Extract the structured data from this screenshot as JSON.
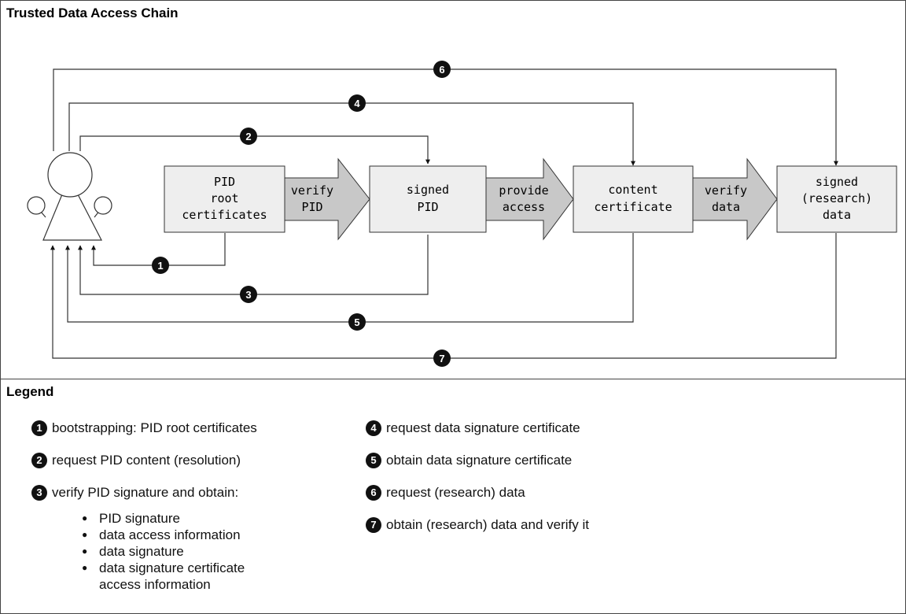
{
  "title": "Trusted Data Access Chain",
  "boxes": [
    {
      "lines": [
        "PID",
        "root",
        "certificates"
      ]
    },
    {
      "lines": [
        "signed",
        "PID"
      ]
    },
    {
      "lines": [
        "content",
        "certificate"
      ]
    },
    {
      "lines": [
        "signed",
        "(research)",
        "data"
      ]
    }
  ],
  "arrows": [
    {
      "lines": [
        "verify",
        "PID"
      ]
    },
    {
      "lines": [
        "provide",
        "access"
      ]
    },
    {
      "lines": [
        "verify",
        "data"
      ]
    }
  ],
  "steps": [
    "1",
    "2",
    "3",
    "4",
    "5",
    "6",
    "7"
  ],
  "legend": {
    "title": "Legend",
    "items": [
      {
        "num": "1",
        "text": "bootstrapping: PID root certificates"
      },
      {
        "num": "2",
        "text": "request PID content (resolution)"
      },
      {
        "num": "3",
        "text": "verify PID signature and obtain:"
      },
      {
        "num": "4",
        "text": "request data signature certificate"
      },
      {
        "num": "5",
        "text": "obtain data signature certificate"
      },
      {
        "num": "6",
        "text": "request (research) data"
      },
      {
        "num": "7",
        "text": "obtain (research) data and verify it"
      }
    ],
    "subitems": [
      "PID signature",
      "data access information",
      "data signature",
      "data signature certificate access information"
    ]
  },
  "colors": {
    "box_fill": "#eeeeee",
    "arrow_fill": "#c8c8c8",
    "stroke": "#333333",
    "badge": "#111111"
  }
}
